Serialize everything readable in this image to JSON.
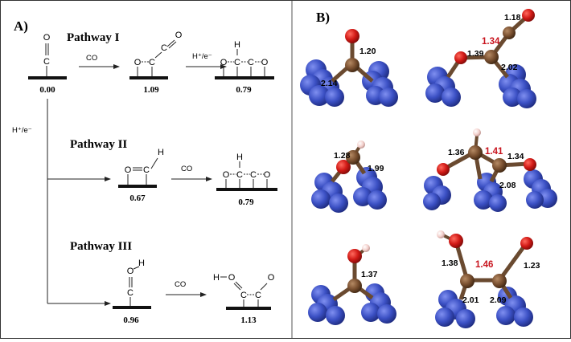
{
  "panel_a": {
    "label": "A)",
    "pathways": [
      "Pathway I",
      "Pathway II",
      "Pathway III"
    ],
    "energies": {
      "start": "0.00",
      "p1_step1": "1.09",
      "p1_step2": "0.79",
      "p2_step1": "0.67",
      "p2_step2": "0.79",
      "p3_step1": "0.96",
      "p3_step2": "1.13"
    },
    "reagents": {
      "co": "CO",
      "proton_electron": "H⁺/e⁻",
      "proton_electron_vertical": "H⁺/e⁻"
    },
    "atoms": {
      "C": "C",
      "O": "O",
      "H": "H"
    }
  },
  "panel_b": {
    "label": "B)",
    "bond_lengths": {
      "r1_left": [
        "1.20",
        "2.14"
      ],
      "r1_right": [
        "1.18",
        "1.34",
        "1.39",
        "2.02"
      ],
      "r2_left": [
        "1.28",
        "1.99"
      ],
      "r2_right": [
        "1.36",
        "1.41",
        "1.34",
        "2.08"
      ],
      "r3_left": [
        "1.37"
      ],
      "r3_right": [
        "1.38",
        "1.46",
        "1.23",
        "2.01",
        "2.09"
      ]
    },
    "colors": {
      "surface_atom": "#3b50c4",
      "carbon": "#7a5030",
      "oxygen": "#d11a16",
      "hydrogen": "#f3d0cc",
      "highlight_text": "#c8141e"
    }
  }
}
